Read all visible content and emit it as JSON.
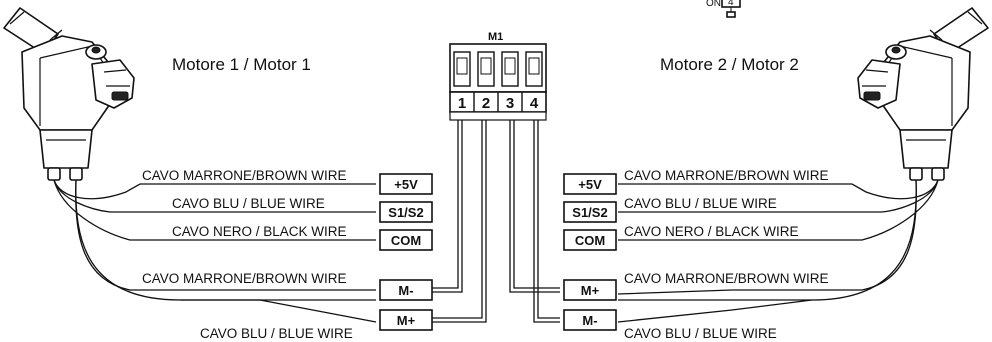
{
  "motor_left": {
    "label": "Motore 1 / Motor 1"
  },
  "motor_right": {
    "label": "Motore 2 / Motor 2"
  },
  "connector": {
    "title": "M1",
    "pins": [
      "1",
      "2",
      "3",
      "4"
    ]
  },
  "corner_mark": {
    "label": "4"
  },
  "left_wires": {
    "encoder": [
      {
        "label": "CAVO MARRONE/BROWN WIRE",
        "terminal": "+5V"
      },
      {
        "label": "CAVO BLU / BLUE WIRE",
        "terminal": "S1/S2"
      },
      {
        "label": "CAVO NERO / BLACK WIRE",
        "terminal": "COM"
      }
    ],
    "power": [
      {
        "label": "CAVO MARRONE/BROWN WIRE",
        "terminal": "M-"
      },
      {
        "label": "CAVO BLU / BLUE WIRE",
        "terminal": "M+"
      }
    ]
  },
  "right_wires": {
    "encoder": [
      {
        "label": "CAVO MARRONE/BROWN WIRE",
        "terminal": "+5V"
      },
      {
        "label": "CAVO BLU / BLUE WIRE",
        "terminal": "S1/S2"
      },
      {
        "label": "CAVO NERO / BLACK WIRE",
        "terminal": "COM"
      }
    ],
    "power": [
      {
        "label": "CAVO MARRONE/BROWN WIRE",
        "terminal": "M+"
      },
      {
        "label": "CAVO BLU / BLUE WIRE",
        "terminal": "M-"
      }
    ]
  }
}
